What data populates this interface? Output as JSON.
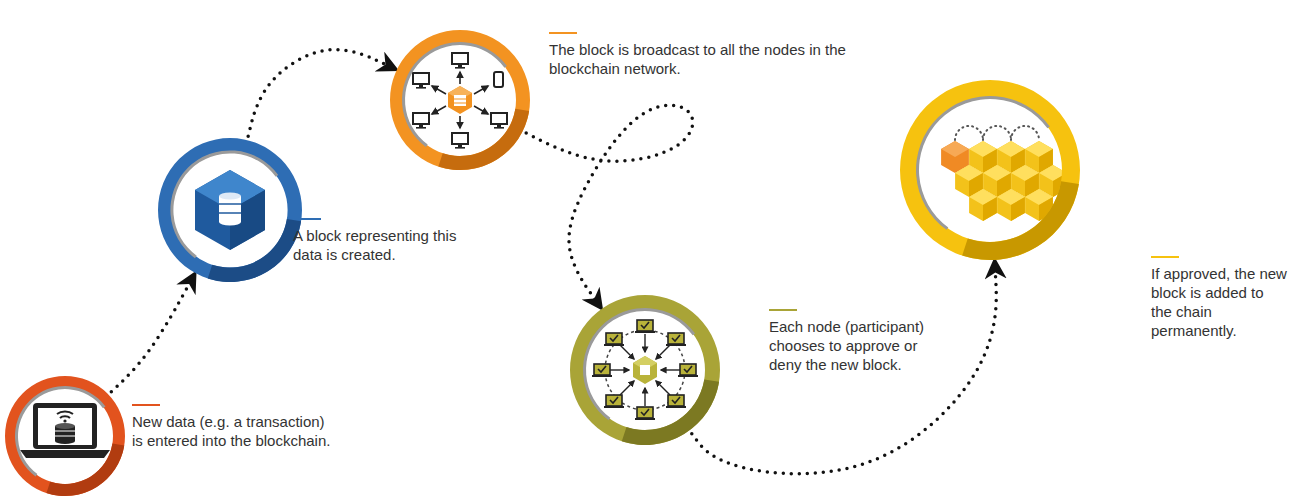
{
  "diagram": {
    "nodes": [
      {
        "text": [
          "New data (e.g. a transaction) is entered into the blockchain."
        ]
      },
      {
        "text": [
          "A block representing this data is created."
        ]
      },
      {
        "text": [
          "The block is broadcast to all the nodes in the blockchain network."
        ]
      },
      {
        "text": [
          "Each node (participant) chooses to approve or deny the new block."
        ]
      },
      {
        "text": [
          "If approved, the new block is added to the chain permanently."
        ]
      }
    ],
    "edges": [
      {
        "from": 0,
        "to": 1,
        "arrow": "to"
      },
      {
        "from": 1,
        "to": 2,
        "arrow": "to"
      },
      {
        "from": 2,
        "to": 3,
        "arrow": "to"
      },
      {
        "from": 3,
        "to": 4,
        "arrow": "to"
      }
    ]
  }
}
